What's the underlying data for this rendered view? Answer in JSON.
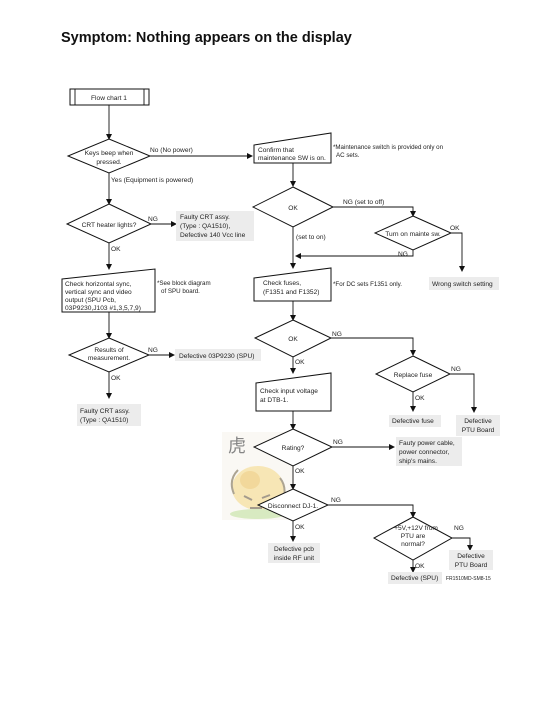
{
  "title": "Symptom: Nothing appears on the display",
  "flow_title": "Flow chart 1",
  "nodes": {
    "keys_beep": [
      "Keys beep when",
      "pressed."
    ],
    "no_power": "No (No power)",
    "yes_powered": "Yes (Equipment is powered)",
    "confirm_sw": [
      "Confirm that",
      "maintenance SW is on."
    ],
    "note_mainte": [
      "*Maintenance switch is provided only on",
      "AC sets."
    ],
    "crt_heater": "CRT heater lights?",
    "ng": "NG",
    "ok": "OK",
    "faulty_crt_1": [
      "Faulty CRT assy.",
      "(Type : QA1510),",
      "Defective 140 Vcc line"
    ],
    "ng_set_off": "NG (set to off)",
    "set_to_on": "(set to on)",
    "turn_on_sw": "Turn on mainte sw.",
    "check_hsync": [
      "Check horizontal sync,",
      "vertical sync and video",
      "output (SPU Pcb,",
      "03P9230,J103 #1,3,5,7,9)"
    ],
    "note_spu": [
      "*See block diagram",
      "of SPU board."
    ],
    "check_fuses": [
      "Check fuses,",
      "(F1351 and F1352)"
    ],
    "note_dc": "*For DC sets F1351 only.",
    "wrong_switch": "Wrong switch setting",
    "results": [
      "Results of",
      "measurement."
    ],
    "def_03p": "Defective 03P9230 (SPU)",
    "replace_fuse": "Replace fuse",
    "faulty_crt_2": [
      "Faulty CRT assy.",
      "(Type : QA1510)"
    ],
    "check_input": [
      "Check input voltage",
      "at DTB-1."
    ],
    "def_fuse": "Defective fuse",
    "def_ptu_1": [
      "Defective",
      "PTU Board"
    ],
    "rating": "Rating?",
    "fauty_power": [
      "Fauty power cable,",
      "power connector,",
      "ship's mains."
    ],
    "disconnect": "Disconnect DJ-1.",
    "def_pcb": [
      "Defective pcb",
      "inside RF unit"
    ],
    "plus5v": [
      "+5V,+12V from",
      "PTU are",
      "normal?"
    ],
    "def_ptu_2": [
      "Defective",
      "PTU Board"
    ],
    "def_spu": "Defective (SPU)",
    "code": "FR1510MD-SM8-15"
  }
}
